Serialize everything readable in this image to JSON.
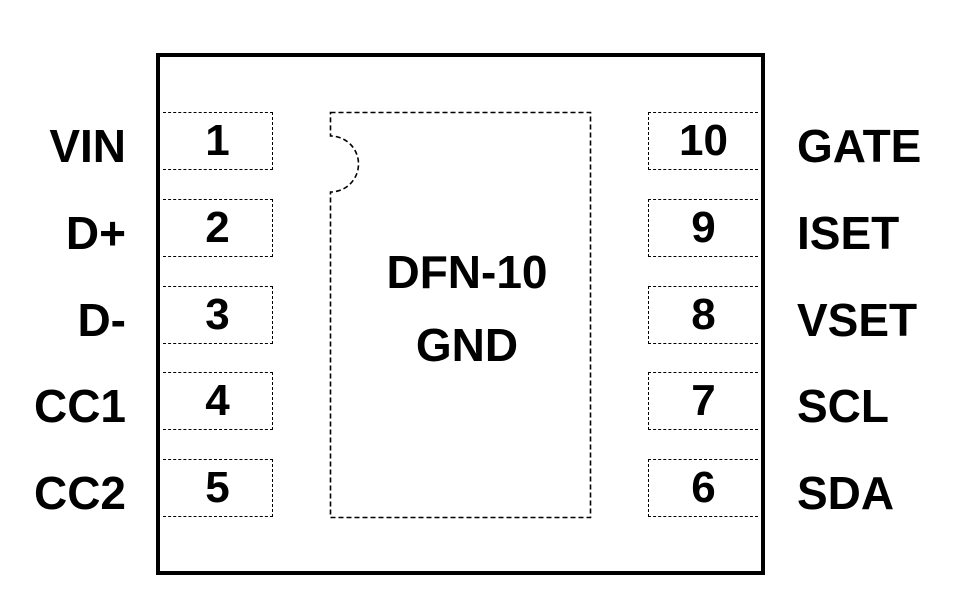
{
  "package": {
    "name": "DFN-10",
    "center_pad_label": "GND"
  },
  "pins_left": [
    {
      "number": "1",
      "label": "VIN"
    },
    {
      "number": "2",
      "label": "D+"
    },
    {
      "number": "3",
      "label": "D-"
    },
    {
      "number": "4",
      "label": "CC1"
    },
    {
      "number": "5",
      "label": "CC2"
    }
  ],
  "pins_right": [
    {
      "number": "10",
      "label": "GATE"
    },
    {
      "number": "9",
      "label": "ISET"
    },
    {
      "number": "8",
      "label": "VSET"
    },
    {
      "number": "7",
      "label": "SCL"
    },
    {
      "number": "6",
      "label": "SDA"
    }
  ]
}
